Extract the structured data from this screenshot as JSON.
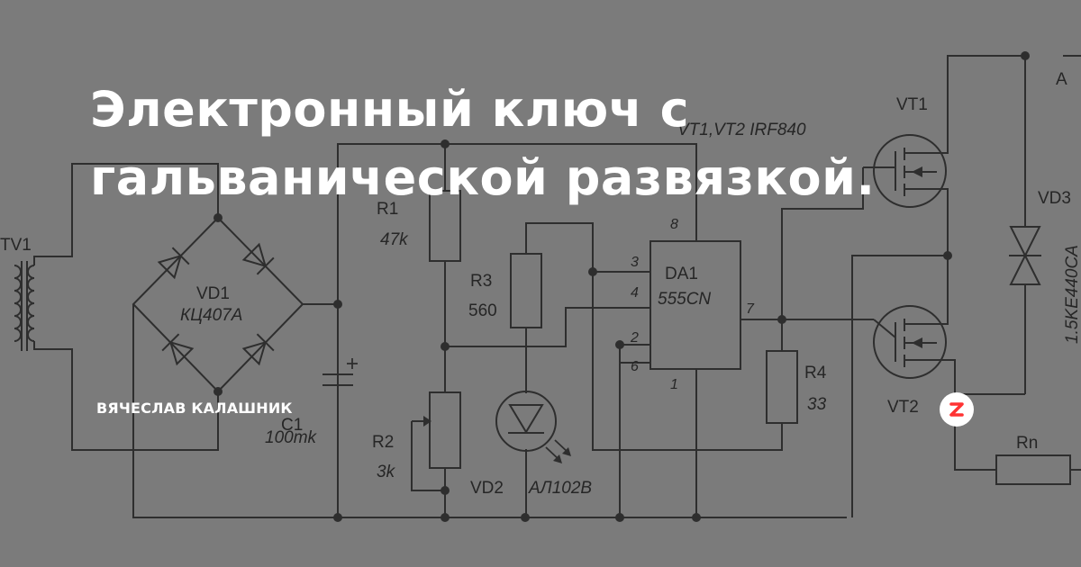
{
  "article": {
    "title_line1": "Электронный ключ с",
    "title_line2": "гальванической развязкой.",
    "author": "ВЯЧЕСЛАВ КАЛАШНИК"
  },
  "schematic": {
    "labels": {
      "tv1": "TV1",
      "vd1": "VD1",
      "vd1_type": "КЦ407А",
      "c1": "C1",
      "c1_value": "100mk",
      "r1": "R1",
      "r1_value": "47k",
      "r2": "R2",
      "r2_value": "3k",
      "r3": "R3",
      "r3_value": "560",
      "vd2": "VD2",
      "vd2_type": "АЛ102В",
      "da1": "DA1",
      "da1_type": "555CN",
      "r4": "R4",
      "r4_value": "33",
      "vt_spec": "VT1,VT2 IRF840",
      "vt1": "VT1",
      "vt2": "VT2",
      "vd3": "VD3",
      "vd3_type": "1.5KE440CA",
      "rn": "Rn",
      "node_a": "A",
      "pin8": "8",
      "pin3": "3",
      "pin4": "4",
      "pin7": "7",
      "pin2": "2",
      "pin6": "6",
      "pin1": "1"
    }
  },
  "logo": {
    "icon": "zen-z-logo-icon",
    "accent": "#ff3333"
  }
}
